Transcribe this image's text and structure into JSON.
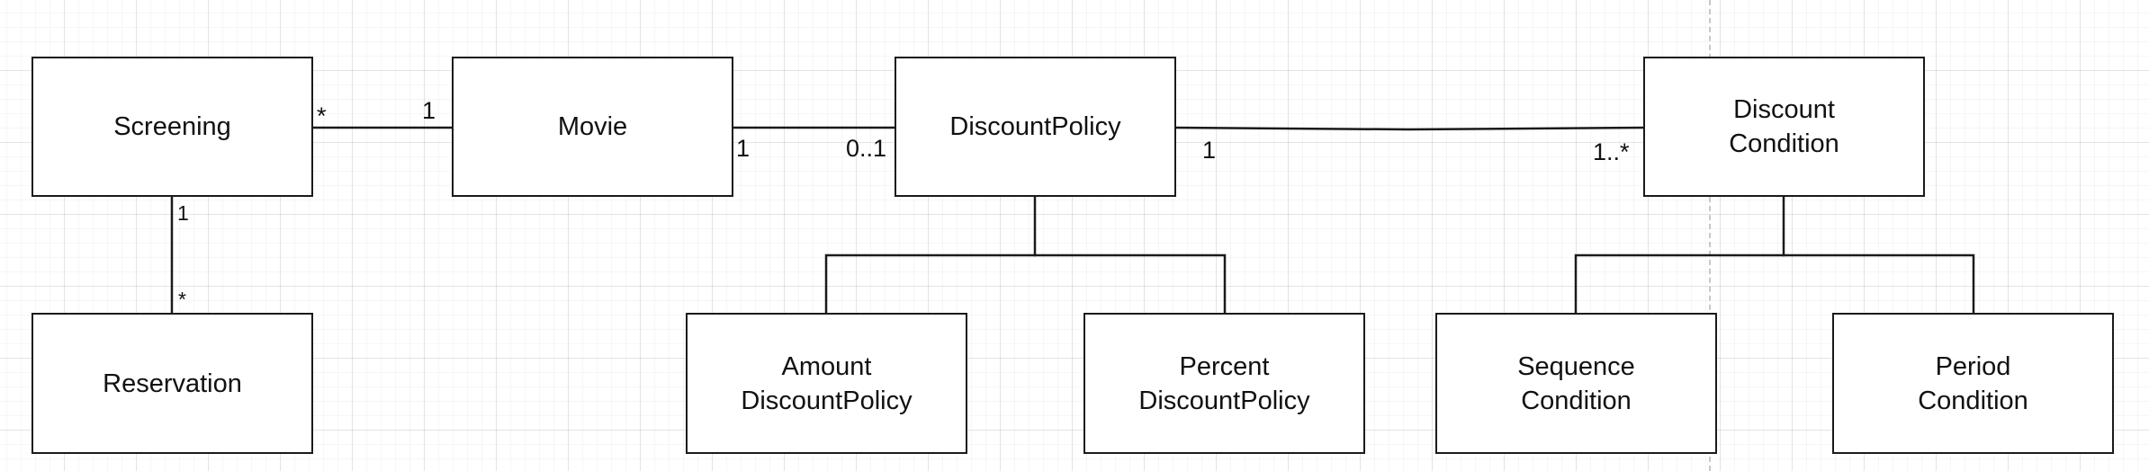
{
  "classes": {
    "screening": "Screening",
    "movie": "Movie",
    "discount_policy": "DiscountPolicy",
    "discount_condition": "Discount\nCondition",
    "reservation": "Reservation",
    "amount_discount_policy": "Amount\nDiscountPolicy",
    "percent_discount_policy": "Percent\nDiscountPolicy",
    "sequence_condition": "Sequence\nCondition",
    "period_condition": "Period\nCondition"
  },
  "associations": {
    "screening_movie": {
      "screening_end": "*",
      "movie_end": "1"
    },
    "movie_discount_policy": {
      "movie_end": "1",
      "policy_end": "0..1"
    },
    "policy_condition": {
      "policy_end": "1",
      "condition_end": "1..*"
    },
    "screening_reservation": {
      "screening_end": "1",
      "reservation_end": "*"
    }
  }
}
